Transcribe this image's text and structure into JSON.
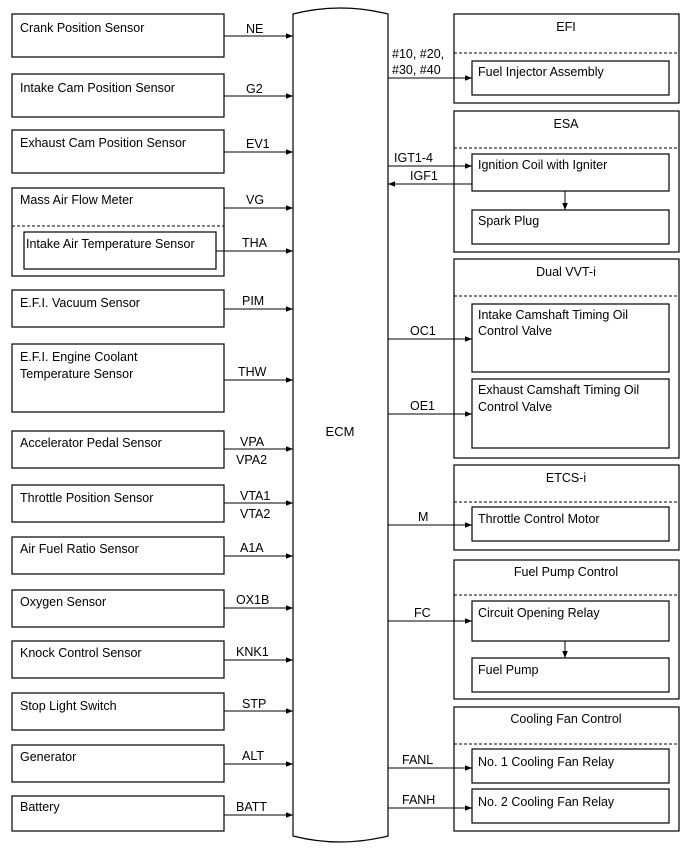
{
  "ecm": {
    "label": "ECM"
  },
  "sensors": [
    {
      "lines": [
        "Crank Position Sensor"
      ],
      "signals": [
        "NE"
      ]
    },
    {
      "lines": [
        "Intake Cam Position Sensor"
      ],
      "signals": [
        "G2"
      ]
    },
    {
      "lines": [
        "Exhaust Cam Position Sensor"
      ],
      "signals": [
        "EV1"
      ]
    },
    {
      "lines": [
        "Mass Air Flow Meter"
      ],
      "signals": [
        "VG"
      ],
      "inner": {
        "label": "Intake Air Temperature Sensor",
        "signal": "THA"
      }
    },
    {
      "lines": [
        "E.F.I. Vacuum Sensor"
      ],
      "signals": [
        "PIM"
      ]
    },
    {
      "lines": [
        "E.F.I. Engine Coolant",
        "Temperature Sensor"
      ],
      "signals": [
        "THW"
      ]
    },
    {
      "lines": [
        "Accelerator Pedal Sensor"
      ],
      "signals": [
        "VPA",
        "VPA2"
      ]
    },
    {
      "lines": [
        "Throttle Position Sensor"
      ],
      "signals": [
        "VTA1",
        "VTA2"
      ]
    },
    {
      "lines": [
        "Air Fuel Ratio Sensor"
      ],
      "signals": [
        "A1A"
      ]
    },
    {
      "lines": [
        "Oxygen Sensor"
      ],
      "signals": [
        "OX1B"
      ]
    },
    {
      "lines": [
        "Knock Control Sensor"
      ],
      "signals": [
        "KNK1"
      ]
    },
    {
      "lines": [
        "Stop Light Switch"
      ],
      "signals": [
        "STP"
      ]
    },
    {
      "lines": [
        "Generator"
      ],
      "signals": [
        "ALT"
      ]
    },
    {
      "lines": [
        "Battery"
      ],
      "signals": [
        "BATT"
      ]
    }
  ],
  "systems": [
    {
      "title": "EFI",
      "signal_lines": [
        "#10, #20,",
        "#30, #40"
      ],
      "components": [
        {
          "lines": [
            "Fuel Injector Assembly"
          ]
        }
      ]
    },
    {
      "title": "ESA",
      "signals": [
        "IGT1-4",
        "IGF1"
      ],
      "components": [
        {
          "lines": [
            "Ignition Coil with Igniter"
          ]
        },
        {
          "lines": [
            "Spark Plug"
          ]
        }
      ]
    },
    {
      "title": "Dual VVT-i",
      "signals": [
        "OC1",
        "OE1"
      ],
      "components": [
        {
          "lines": [
            "Intake Camshaft Timing Oil",
            "Control Valve"
          ]
        },
        {
          "lines": [
            "Exhaust Camshaft Timing Oil",
            "Control Valve"
          ]
        }
      ]
    },
    {
      "title": "ETCS-i",
      "signals": [
        "M"
      ],
      "components": [
        {
          "lines": [
            "Throttle Control Motor"
          ]
        }
      ]
    },
    {
      "title": "Fuel Pump Control",
      "signals": [
        "FC"
      ],
      "components": [
        {
          "lines": [
            "Circuit Opening Relay"
          ]
        },
        {
          "lines": [
            "Fuel Pump"
          ]
        }
      ]
    },
    {
      "title": "Cooling Fan Control",
      "signals": [
        "FANL",
        "FANH"
      ],
      "components": [
        {
          "lines": [
            "No. 1 Cooling Fan Relay"
          ]
        },
        {
          "lines": [
            "No. 2 Cooling Fan Relay"
          ]
        }
      ]
    }
  ]
}
